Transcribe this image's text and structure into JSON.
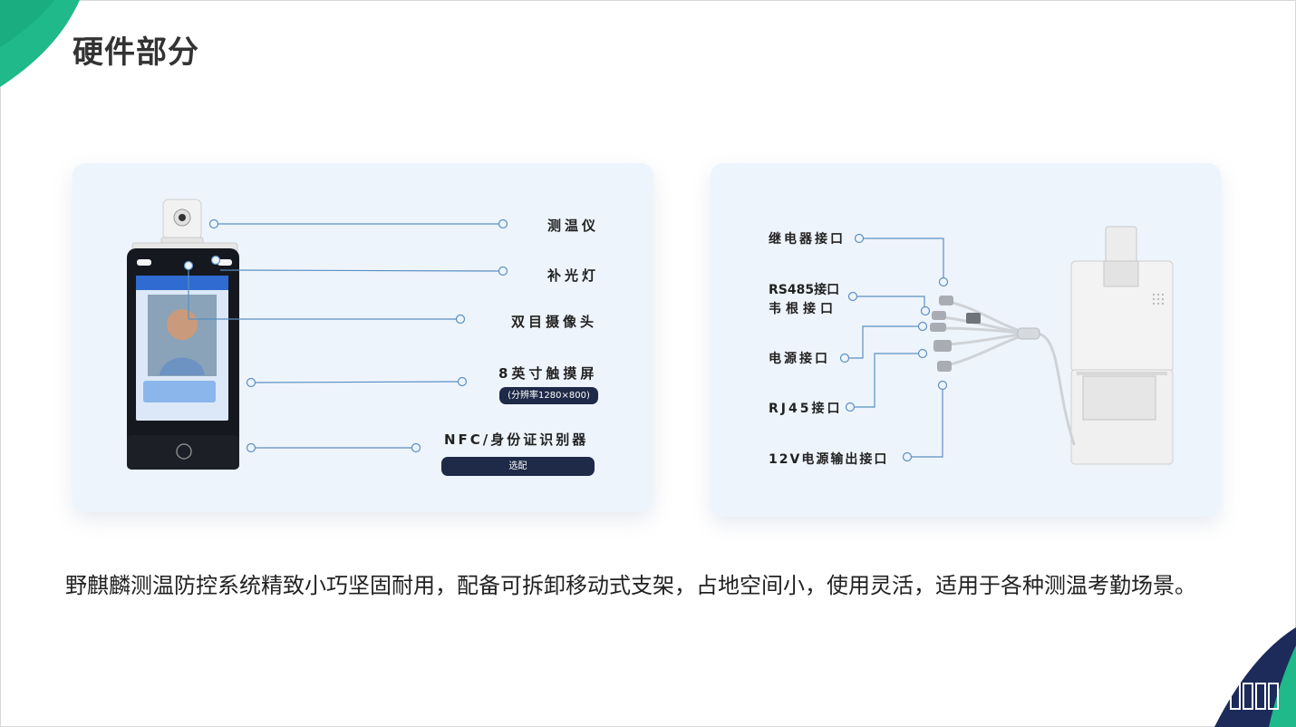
{
  "title": "硬件部分",
  "left_panel": {
    "labels": {
      "thermometer": "测温仪",
      "fill_light": "补光灯",
      "dual_camera": "双目摄像头",
      "touchscreen": "8英寸触摸屏",
      "nfc": "NFC/身份证识别器"
    },
    "touchscreen_resolution": "(分辨率1280×800)",
    "nfc_badge": "选配"
  },
  "right_panel": {
    "labels": {
      "relay": "继电器接口",
      "rs485": "RS485接口",
      "wiegand": "韦根接口",
      "power": "电源接口",
      "rj45": "RJ45接口",
      "out12v": "12V电源输出接口"
    }
  },
  "description": "野麒麟测温防控系统精致小巧坚固耐用，配备可拆卸移动式支架，占地空间小，使用灵活，适用于各种测温考勤场景。",
  "colors": {
    "accent_green": "#1fb98a",
    "accent_navy": "#1c2b5a",
    "panel_bg": "#eef4fc",
    "callout_line": "#5b8fc2",
    "badge_bg": "#1e2a48"
  }
}
